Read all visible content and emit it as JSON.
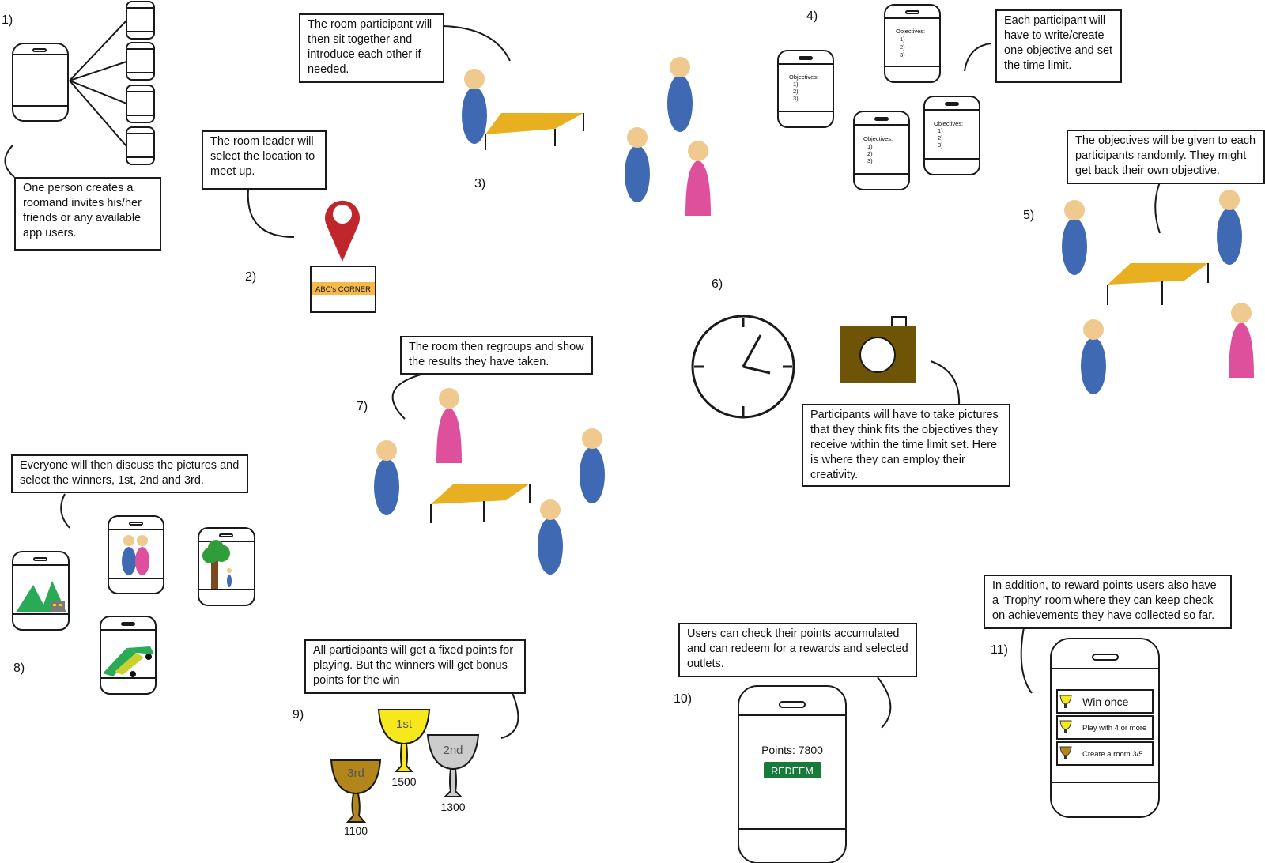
{
  "steps": {
    "s1": {
      "number": "1)",
      "text": "One person creates a roomand invites his/her friends or any available app users."
    },
    "s2": {
      "number": "2)",
      "text": "The room leader will select the location to meet up.",
      "location_label": "ABC's CORNER"
    },
    "s3": {
      "number": "3)",
      "text": "The room participant will then sit together and introduce each other if needed."
    },
    "s4": {
      "number": "4)",
      "text": "Each participant will have to write/create one objective and set the time limit.",
      "phone_heading": "Objectives:",
      "phone_items": [
        "1)",
        "2)",
        "3)"
      ]
    },
    "s5": {
      "number": "5)",
      "text": "The objectives will be given to each participants randomly. They might get back their own objective."
    },
    "s6": {
      "number": "6)",
      "text": "Participants will have to take pictures that they think fits the objectives they receive within the time limit set. Here is where they can employ their creativity."
    },
    "s7": {
      "number": "7)",
      "text": "The room then regroups and show the results they have taken."
    },
    "s8": {
      "number": "8)",
      "text": "Everyone will then discuss the pictures and select the winners, 1st, 2nd and 3rd."
    },
    "s9": {
      "number": "9)",
      "text": "All participants will get a fixed points for playing. But the winners will get bonus points for the win",
      "trophies": [
        {
          "rank": "1st",
          "points": "1500",
          "color": "#f7e71d"
        },
        {
          "rank": "2nd",
          "points": "1300",
          "color": "#cccccc"
        },
        {
          "rank": "3rd",
          "points": "1100",
          "color": "#b3861b"
        }
      ]
    },
    "s10": {
      "number": "10)",
      "text": "Users can check their points accumulated and can redeem for a rewards and selected outlets.",
      "points_label": "Points: 7800",
      "redeem_label": "REDEEM"
    },
    "s11": {
      "number": "11)",
      "text": "In addition, to reward points users also have a ‘Trophy’ room where they can keep check on achievements they have collected so far.",
      "achievements": [
        "Win once",
        "Play with 4 or more",
        "Create a room 3/5"
      ]
    }
  },
  "colors": {
    "blue_person": "#3f6ab3",
    "pink_person": "#de4f9c",
    "head": "#f0c98e",
    "table": "#e8b021",
    "pin": "#c0272d",
    "camera": "#6e5406",
    "redeem": "#177a3b",
    "tree_green": "#2f9e3a"
  }
}
